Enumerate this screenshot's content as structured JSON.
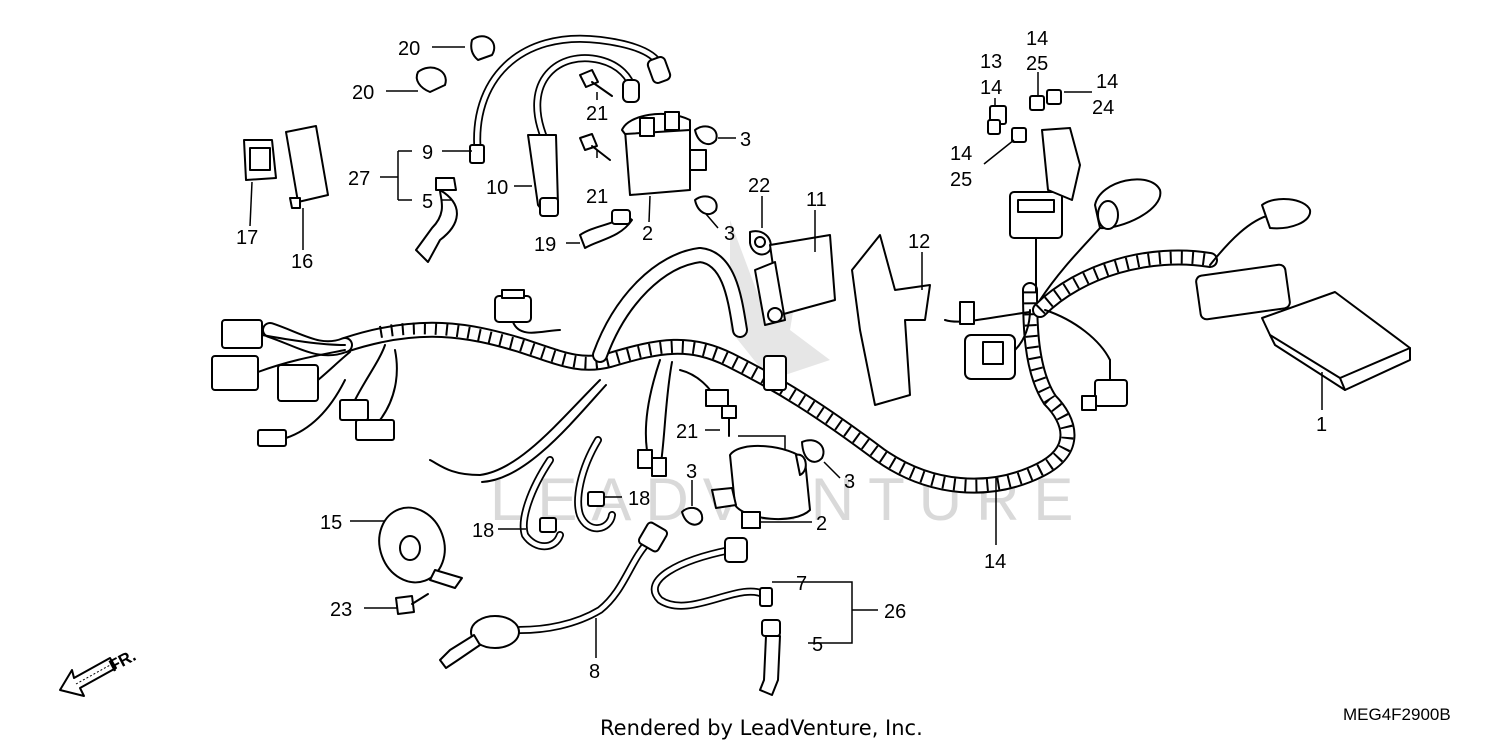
{
  "callouts": {
    "c20a": "20",
    "c20b": "20",
    "c9": "9",
    "c27": "27",
    "c5a": "5",
    "c10": "10",
    "c17": "17",
    "c16": "16",
    "c21a": "21",
    "c21b": "21",
    "c3a": "3",
    "c3b": "3",
    "c2a": "2",
    "c19": "19",
    "c22": "22",
    "c11": "11",
    "c12": "12",
    "c13": "13",
    "c14a": "14",
    "c14b": "14",
    "c25a": "25",
    "c14c": "14",
    "c24": "24",
    "c14d": "14",
    "c25b": "25",
    "c1": "1",
    "c21c": "21",
    "c3c": "3",
    "c3d": "3",
    "c2b": "2",
    "c14e": "14",
    "c15": "15",
    "c18a": "18",
    "c18b": "18",
    "c23": "23",
    "c7": "7",
    "c26": "26",
    "c5b": "5",
    "c8": "8"
  },
  "watermark": "LEADVENTURE",
  "direction_label": "FR.",
  "footer": "Rendered by LeadVenture, Inc.",
  "diagram_code": "MEG4F2900B"
}
